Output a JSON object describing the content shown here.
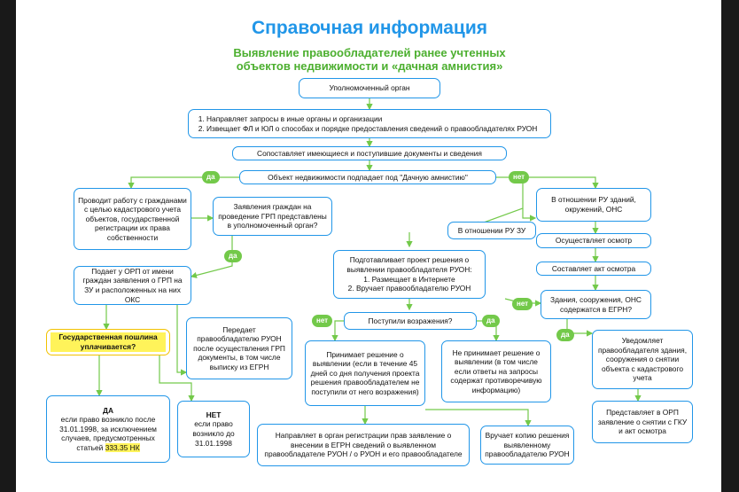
{
  "header": {
    "title": "Справочная информация",
    "subtitle_line1": "Выявление правообладателей ранее учтенных",
    "subtitle_line2": "объектов недвижимости и «дачная амнистия»"
  },
  "nodes": {
    "authority": "Уполномоченный орган",
    "actions_1": "Направляет запросы в иные органы и организации",
    "actions_2": "Извещает ФЛ и ЮЛ о способах и порядке предоставления сведений о правообладателях РУОН",
    "compare": "Сопоставляет имеющиеся и поступившие документы и сведения",
    "amnesty_question": "Объект недвижимости подпадает под \"Дачную амнистию\"",
    "work_with_citizens": "Проводит работу с гражданами с целью кадастрового учета объектов, государственной регистрации их права собственности",
    "applications_question": "Заявления граждан на проведение ГРП представлены в уполномоченный орган?",
    "submits_orp": "Подает у ОРП от имени граждан заявления о ГРП на ЗУ и расположенных на них ОКС",
    "fee_question": "Государственная пошлина уплачивается?",
    "fee_yes_title": "ДА",
    "fee_yes_text": "если право возникло после 31.01.1998, за исключением случаев, предусмотренных статьей",
    "fee_yes_article": "333.35 НК",
    "fee_no_title": "НЕТ",
    "fee_no_text": "если право возникло до 31.01.1998",
    "transfers_documents": "Передает правообладателю РУОН после осуществления ГРП документы, в том числе выписку из ЕГРН",
    "regarding_land": "В отношении РУ ЗУ",
    "prepares_decision": "Подготавливает проект решения о выявлении правообладателя РУОН:",
    "prepares_1": "Размещает в Интернете",
    "prepares_2": "Вручает правообладателю РУОН",
    "objections_question": "Поступили возражения?",
    "makes_decision": "Принимает решение о выявлении (если в течение 45 дней со дня получения проекта решения правообладателем не поступили от него возражения)",
    "no_decision": "Не принимает решение о выявлении (в том числе если ответы на запросы содержат противоречивую информацию)",
    "sends_to_registry": "Направляет в орган регистрации прав заявление о внесении в ЕГРН сведений о выявленном правообладателе РУОН / о РУОН и его правообладателе",
    "hands_copy": "Вручает копию решения выявленному правообладателю РУОН",
    "regarding_buildings": "В отношении РУ зданий, окружений, ОНС",
    "inspection": "Осуществляет осмотр",
    "inspection_act": "Составляет акт осмотра",
    "buildings_question": "Здания, сооружения, ОНС содержатся в ЕГРН?",
    "notifies_removal": "Уведомляет правообладателя здания, сооружения о снятии объекта с кадастрового учета",
    "submits_removal": "Представляет в ОРП заявление о снятии с ГКУ и акт осмотра"
  },
  "labels": {
    "yes": "да",
    "no": "нет"
  },
  "colors": {
    "blue": "#2196e8",
    "green": "#73c94a",
    "yellow": "#f2c200",
    "highlight": "#fff35a"
  }
}
